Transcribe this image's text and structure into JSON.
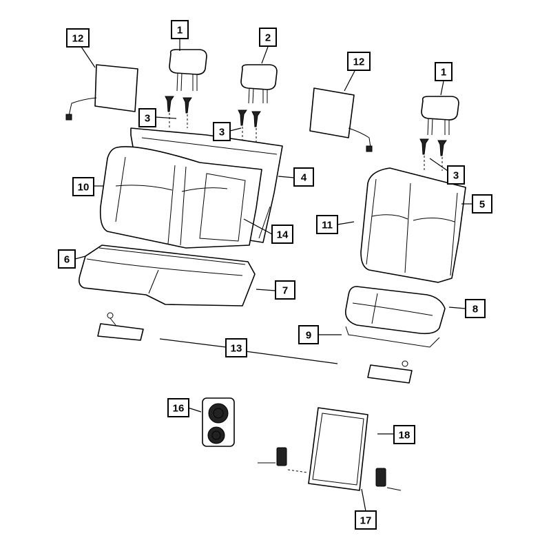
{
  "diagram": {
    "callouts": [
      {
        "id": "c1a",
        "label": "1"
      },
      {
        "id": "c1b",
        "label": "1"
      },
      {
        "id": "c2",
        "label": "2"
      },
      {
        "id": "c3a",
        "label": "3"
      },
      {
        "id": "c3b",
        "label": "3"
      },
      {
        "id": "c3c",
        "label": "3"
      },
      {
        "id": "c4",
        "label": "4"
      },
      {
        "id": "c5",
        "label": "5"
      },
      {
        "id": "c6",
        "label": "6"
      },
      {
        "id": "c7",
        "label": "7"
      },
      {
        "id": "c8",
        "label": "8"
      },
      {
        "id": "c9",
        "label": "9"
      },
      {
        "id": "c10",
        "label": "10"
      },
      {
        "id": "c11",
        "label": "11"
      },
      {
        "id": "c12a",
        "label": "12"
      },
      {
        "id": "c12b",
        "label": "12"
      },
      {
        "id": "c13",
        "label": "13"
      },
      {
        "id": "c14",
        "label": "14"
      },
      {
        "id": "c16",
        "label": "16"
      },
      {
        "id": "c17",
        "label": "17"
      },
      {
        "id": "c18",
        "label": "18"
      }
    ]
  }
}
